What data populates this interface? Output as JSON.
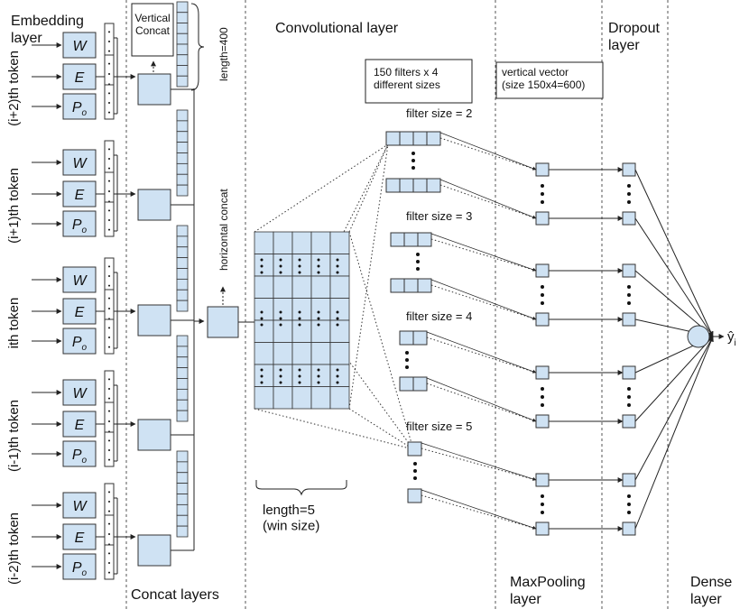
{
  "sections": {
    "embedding": "Embedding\nlayer",
    "concat": "Concat layers",
    "conv": "Convolutional layer",
    "maxpool": "MaxPooling\nlayer",
    "dropout": "Dropout\nlayer",
    "dense": "Dense\nlayer"
  },
  "tokens": [
    "(i+2)th token",
    "(i+1)th token",
    "ith token",
    "(i-1)th token",
    "(i-2)th token"
  ],
  "embed_labels": [
    "W",
    "E",
    "P"
  ],
  "embed_sub": "o",
  "vertical_concat": "Vertical\nConcat",
  "length_400": "length=400",
  "horizontal_concat": "horizontal concat",
  "filters_note": "150 filters x 4\ndifferent sizes",
  "vector_note": "vertical vector\n(size 150x4=600)",
  "filter_sizes": [
    "filter size = 2",
    "filter size = 3",
    "filter size = 4",
    "filter size = 5"
  ],
  "win_size": "length=5\n(win size)",
  "output": {
    "symbol": "ŷ",
    "sub": "i"
  },
  "colors": {
    "box": "#cfe2f3",
    "stroke": "#333333"
  }
}
